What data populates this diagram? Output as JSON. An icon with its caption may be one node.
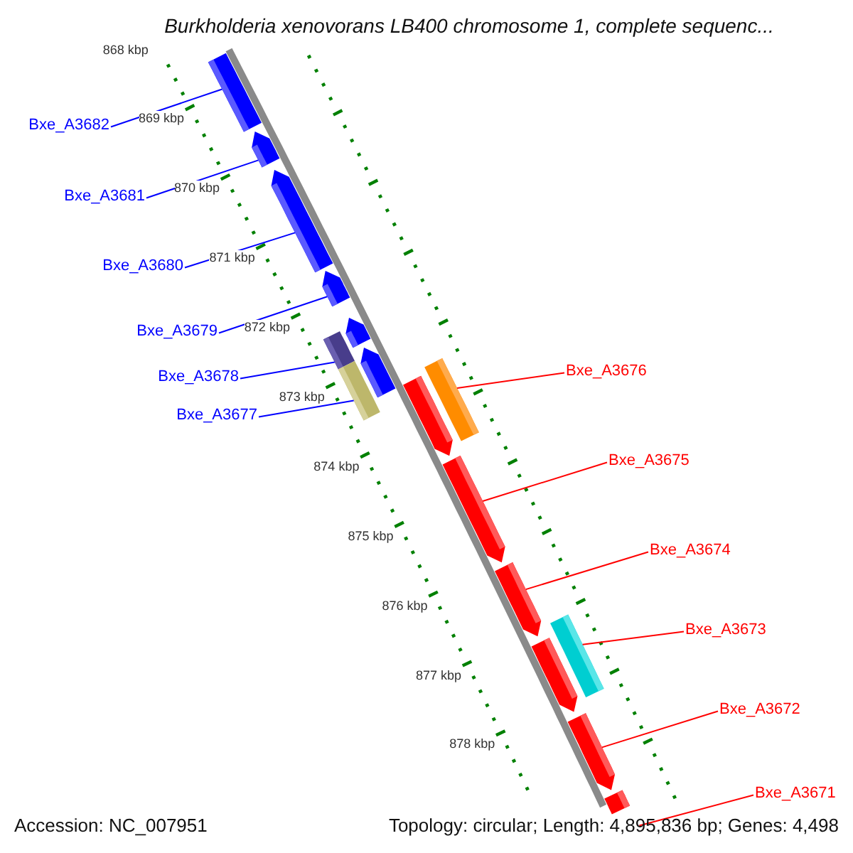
{
  "diagram": {
    "title": "Burkholderia xenovorans LB400 chromosome 1, complete sequenc...",
    "nodes": [
      {
        "text": [],
        "shape": "arrow"
      },
      {
        "text": [],
        "shape": "arrow"
      },
      {
        "text": [],
        "shape": "arrow"
      },
      {
        "text": [],
        "shape": "arrow"
      },
      {
        "text": [],
        "shape": "arrow"
      },
      {
        "text": [],
        "shape": "box"
      },
      {
        "text": [],
        "shape": "arrow"
      },
      {
        "text": [],
        "shape": "box"
      },
      {
        "text": [],
        "shape": "box"
      },
      {
        "text": [],
        "shape": "arrow"
      },
      {
        "text": [],
        "shape": "arrow"
      },
      {
        "text": [],
        "shape": "arrow"
      },
      {
        "text": [],
        "shape": "box"
      },
      {
        "text": [],
        "shape": "arrow"
      },
      {
        "text": [],
        "shape": "arrow"
      },
      {
        "text": [],
        "shape": "arrow"
      },
      {
        "text": [
          "Bxe_A3682"
        ]
      },
      {
        "text": [
          "Bxe_A3681"
        ]
      },
      {
        "text": [
          "Bxe_A3680"
        ]
      },
      {
        "text": [
          "Bxe_A3679"
        ]
      },
      {
        "text": [
          "Bxe_A3678"
        ]
      },
      {
        "text": [
          "Bxe_A3677"
        ]
      },
      {
        "text": [
          "Bxe_A3676"
        ]
      },
      {
        "text": [
          "Bxe_A3675"
        ]
      },
      {
        "text": [
          "Bxe_A3674"
        ]
      },
      {
        "text": [
          "Bxe_A3673"
        ]
      },
      {
        "text": [
          "Bxe_A3672"
        ]
      },
      {
        "text": [
          "Bxe_A3671"
        ]
      }
    ],
    "edges": [
      {
        "from": 16,
        "to": 0,
        "arrow": "none"
      },
      {
        "from": 17,
        "to": 1,
        "arrow": "none"
      },
      {
        "from": 18,
        "to": 2,
        "arrow": "none"
      },
      {
        "from": 19,
        "to": 3,
        "arrow": "none"
      },
      {
        "from": 20,
        "to": 5,
        "arrow": "none"
      },
      {
        "from": 21,
        "to": 7,
        "arrow": "none"
      },
      {
        "from": 22,
        "to": 8,
        "arrow": "none",
        "color": "#ff0000"
      },
      {
        "from": 23,
        "to": 10,
        "arrow": "none",
        "color": "#ff0000"
      },
      {
        "from": 24,
        "to": 11,
        "arrow": "none",
        "color": "#ff0000"
      },
      {
        "from": 25,
        "to": 12,
        "arrow": "none",
        "color": "#ff0000"
      },
      {
        "from": 26,
        "to": 14,
        "arrow": "none",
        "color": "#ff0000"
      },
      {
        "from": 27,
        "to": 15,
        "arrow": "none",
        "color": "#ff0000"
      }
    ],
    "labels": [
      "868 kbp",
      "869 kbp",
      "870 kbp",
      "871 kbp",
      "872 kbp",
      "873 kbp",
      "874 kbp",
      "875 kbp",
      "876 kbp",
      "877 kbp",
      "878 kbp",
      "Accession: NC_007951",
      "Topology: circular; Length: 4,895,836 bp; Genes: 4,498"
    ]
  }
}
